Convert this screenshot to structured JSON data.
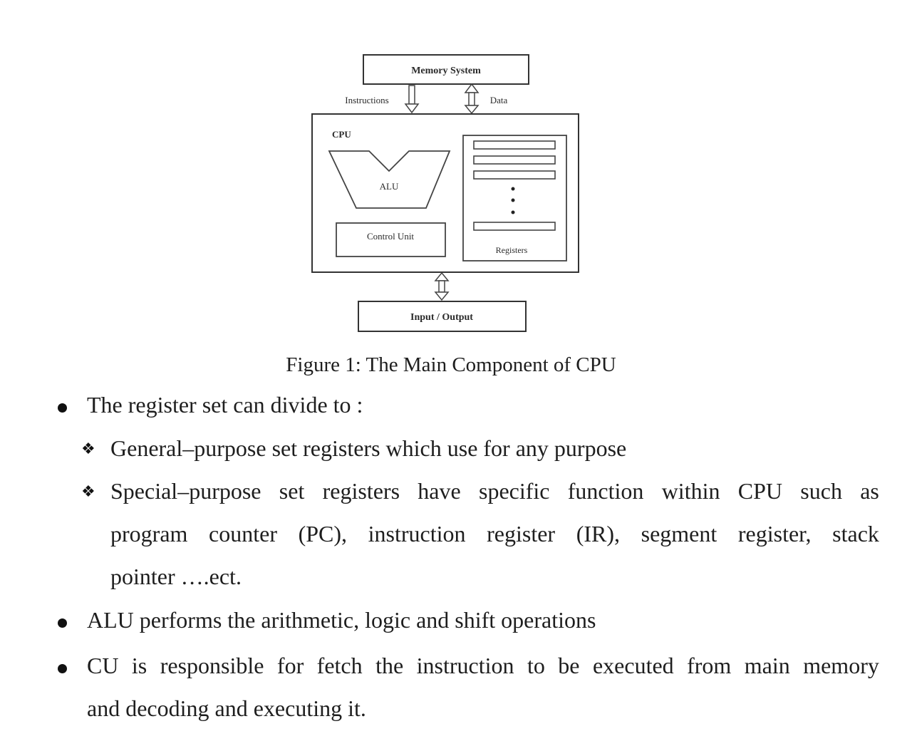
{
  "diagram": {
    "memory_label": "Memory System",
    "instructions_label": "Instructions",
    "data_label": "Data",
    "cpu_label": "CPU",
    "alu_label": "ALU",
    "control_unit_label": "Control Unit",
    "registers_label": "Registers",
    "io_label": "Input / Output"
  },
  "caption": "Figure 1: The Main Component of CPU",
  "bullets": {
    "register_set": "The register set  can divide to :",
    "general_purpose": "General–purpose set registers which use for any purpose",
    "special_line1": [
      "Special–purpose",
      "set",
      "registers",
      "have",
      "specific",
      "function",
      "within",
      "CPU",
      "such",
      "as"
    ],
    "special_line2": [
      "program",
      "counter",
      "(PC),",
      "instruction",
      "register",
      "(IR),",
      "segment",
      "register,",
      "stack"
    ],
    "special_line3": "pointer ….ect.",
    "alu": "ALU performs the arithmetic, logic and shift operations",
    "cu_line1": [
      "CU",
      "is",
      "responsible",
      "for",
      "fetch",
      "the",
      "instruction",
      "to",
      "be",
      "executed",
      "from",
      "main",
      "memory"
    ],
    "cu_line2": "and decoding and executing it."
  }
}
